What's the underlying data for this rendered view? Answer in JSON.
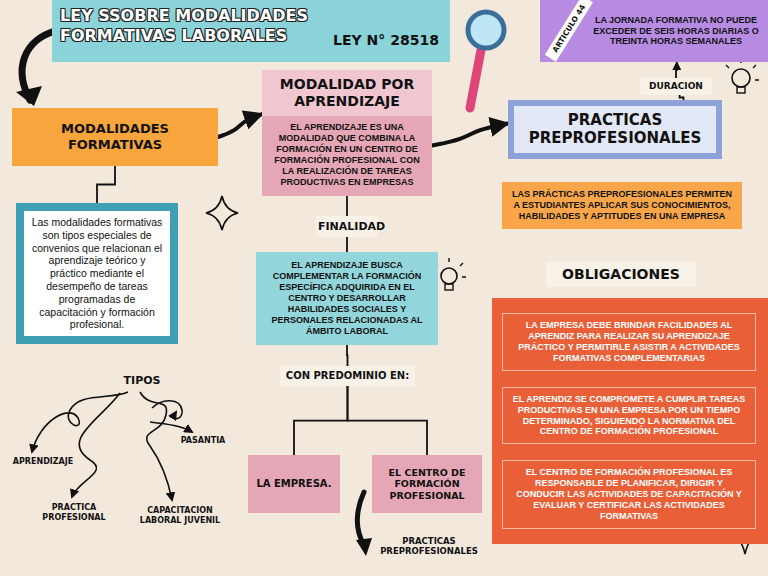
{
  "diagram": {
    "title": "LEY SSOBRE MODALIDADES FORMATIVAS LABORALES",
    "nodes": [
      {
        "text": [
          "MODALIDADES FORMATIVAS"
        ]
      },
      {
        "text": [
          "Las modalidades formativas son tipos especiales de convenios que relacionan el aprendizaje teórico y práctico mediante el desempeño de tareas programadas de capacitación y formación profesional."
        ]
      },
      {
        "text": [
          "MODALIDAD POR APRENDIZAJE",
          "EL APRENDIZAJE ES UNA MODALIDAD QUE COMBINA LA FORMACIÓN EN UN CENTRO DE FORMACIÓN PROFESIONAL CON LA REALIZACIÓN DE TAREAS PRODUCTIVAS EN EMPRESAS"
        ]
      },
      {
        "text": [
          "FINALIDAD"
        ]
      },
      {
        "text": [
          "EL APRENDIZAJE BUSCA COMPLEMENTAR LA FORMACIÓN ESPECÍFICA ADQUIRIDA EN EL CENTRO Y DESARROLLAR HABILIDADES SOCIALES Y PERSONALES RELACIONADAS AL ÁMBITO LABORAL"
        ]
      },
      {
        "text": [
          "CON PREDOMINIO EN:"
        ]
      },
      {
        "text": [
          "LA EMPRESA."
        ]
      },
      {
        "text": [
          "EL CENTRO DE FORMACIÓN PROFESIONAL"
        ]
      },
      {
        "text": [
          "PRACTICAS PREPROFESIONALES"
        ]
      },
      {
        "text": [
          "LAS PRÁCTICAS PREPROFESIONALES PERMITEN A ESTUDIANTES APLICAR SUS CONOCIMIENTOS, HABILIDADES Y APTITUDES EN UNA EMPRESA"
        ]
      },
      {
        "text": [
          "OBLIGACIONES"
        ]
      },
      {
        "text": [
          "LA EMPRESA DEBE BRINDAR FACILIDADES AL APRENDIZ PARA REALIZAR SU APRENDIZAJE PRÁCTICO Y PERMITIRLE ASISTIR A ACTIVIDADES FORMATIVAS COMPLEMENTARIAS"
        ],
        "in": 10
      },
      {
        "text": [
          "EL APRENDIZ SE COMPROMETE A CUMPLIR TAREAS PRODUCTIVAS EN UNA EMPRESA POR UN TIEMPO DETERMINADO, SIGUIENDO LA NORMATIVA DEL CENTRO DE FORMACIÓN PROFESIONAL"
        ],
        "in": 10
      },
      {
        "text": [
          "EL CENTRO DE FORMACIÓN PROFESIONAL ES RESPONSABLE DE PLANIFICAR, DIRIGIR Y CONDUCIR LAS ACTIVIDADES DE CAPACITACIÓN Y EVALUAR Y CERTIFICAR LAS ACTIVIDADES FORMATIVAS"
        ],
        "in": 10
      },
      {
        "text": [
          "ARTICULO 44",
          "LA JORNADA FORMATIVA NO PUEDE EXCEDER DE SEIS HORAS DIARIAS O TREINTA HORAS SEMANALES"
        ]
      },
      {
        "text": [
          "DURACION"
        ]
      }
    ],
    "edges": [
      {
        "from": 0,
        "to": 1,
        "arrow": "none"
      },
      {
        "from": 0,
        "to": 2,
        "arrow": "to"
      },
      {
        "from": 2,
        "to": 3,
        "arrow": "none"
      },
      {
        "from": 3,
        "to": 4,
        "arrow": "none"
      },
      {
        "from": 4,
        "to": 5,
        "arrow": "none"
      },
      {
        "from": 5,
        "to": 6,
        "arrow": "none"
      },
      {
        "from": 5,
        "to": 7,
        "arrow": "none"
      },
      {
        "from": 2,
        "to": 8,
        "arrow": "to"
      },
      {
        "from": 8,
        "to": 15,
        "arrow": "none"
      },
      {
        "from": 15,
        "to": 14,
        "arrow": "to"
      }
    ],
    "labels": [
      "LEY N° 28518",
      "TIPOS",
      "APRENDIZAJE",
      "PASANTIA",
      "PRACTICA PROFESIONAL",
      "CAPACITACION LABORAL JUVENIL",
      "PRACTICAS PREPROFESIONALES"
    ]
  }
}
